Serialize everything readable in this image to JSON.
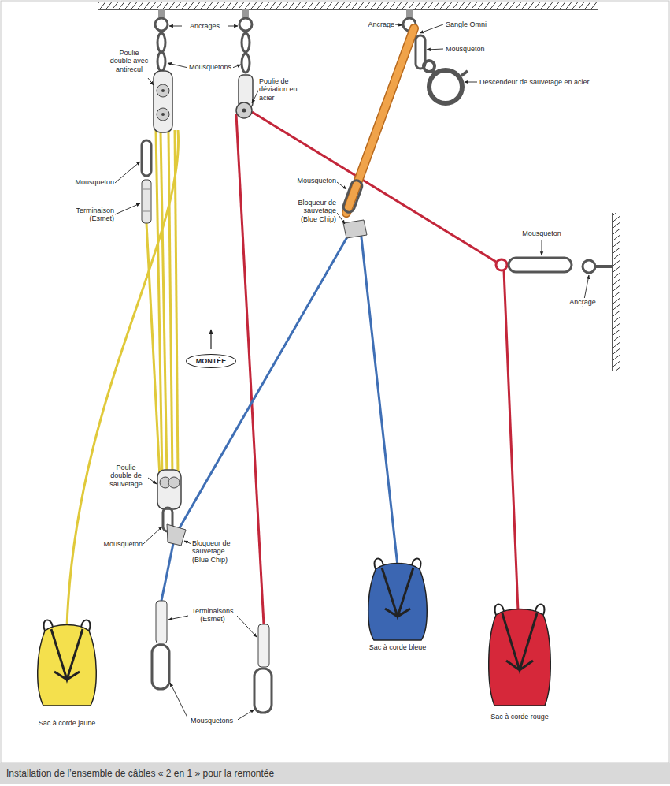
{
  "diagram": {
    "caption": "Installation de l’ensemble de câbles « 2 en 1 » pour la remontée",
    "nodes": [
      {
        "text": [
          "MONTÉE"
        ]
      }
    ],
    "labels": [
      "Ancrages",
      "Poulie double avec antirecul",
      "Mousquetons",
      "Poulie de déviation en acier",
      "Ancrage",
      "Sangle Omni",
      "Mousqueton",
      "Descendeur de sauvetage en acier",
      "Mousqueton",
      "Terminaison (Esmet)",
      "Mousqueton",
      "Bloqueur de sauvetage (Blue Chip)",
      "Mousqueton",
      "Ancrage",
      "Poulie double de sauvetage",
      "Mousqueton",
      "Bloqueur de sauvetage (Blue Chip)",
      "Terminaisons (Esmet)",
      "Mousquetons",
      "Sac à corde jaune",
      "Sac à corde bleue",
      "Sac à corde rouge"
    ]
  }
}
